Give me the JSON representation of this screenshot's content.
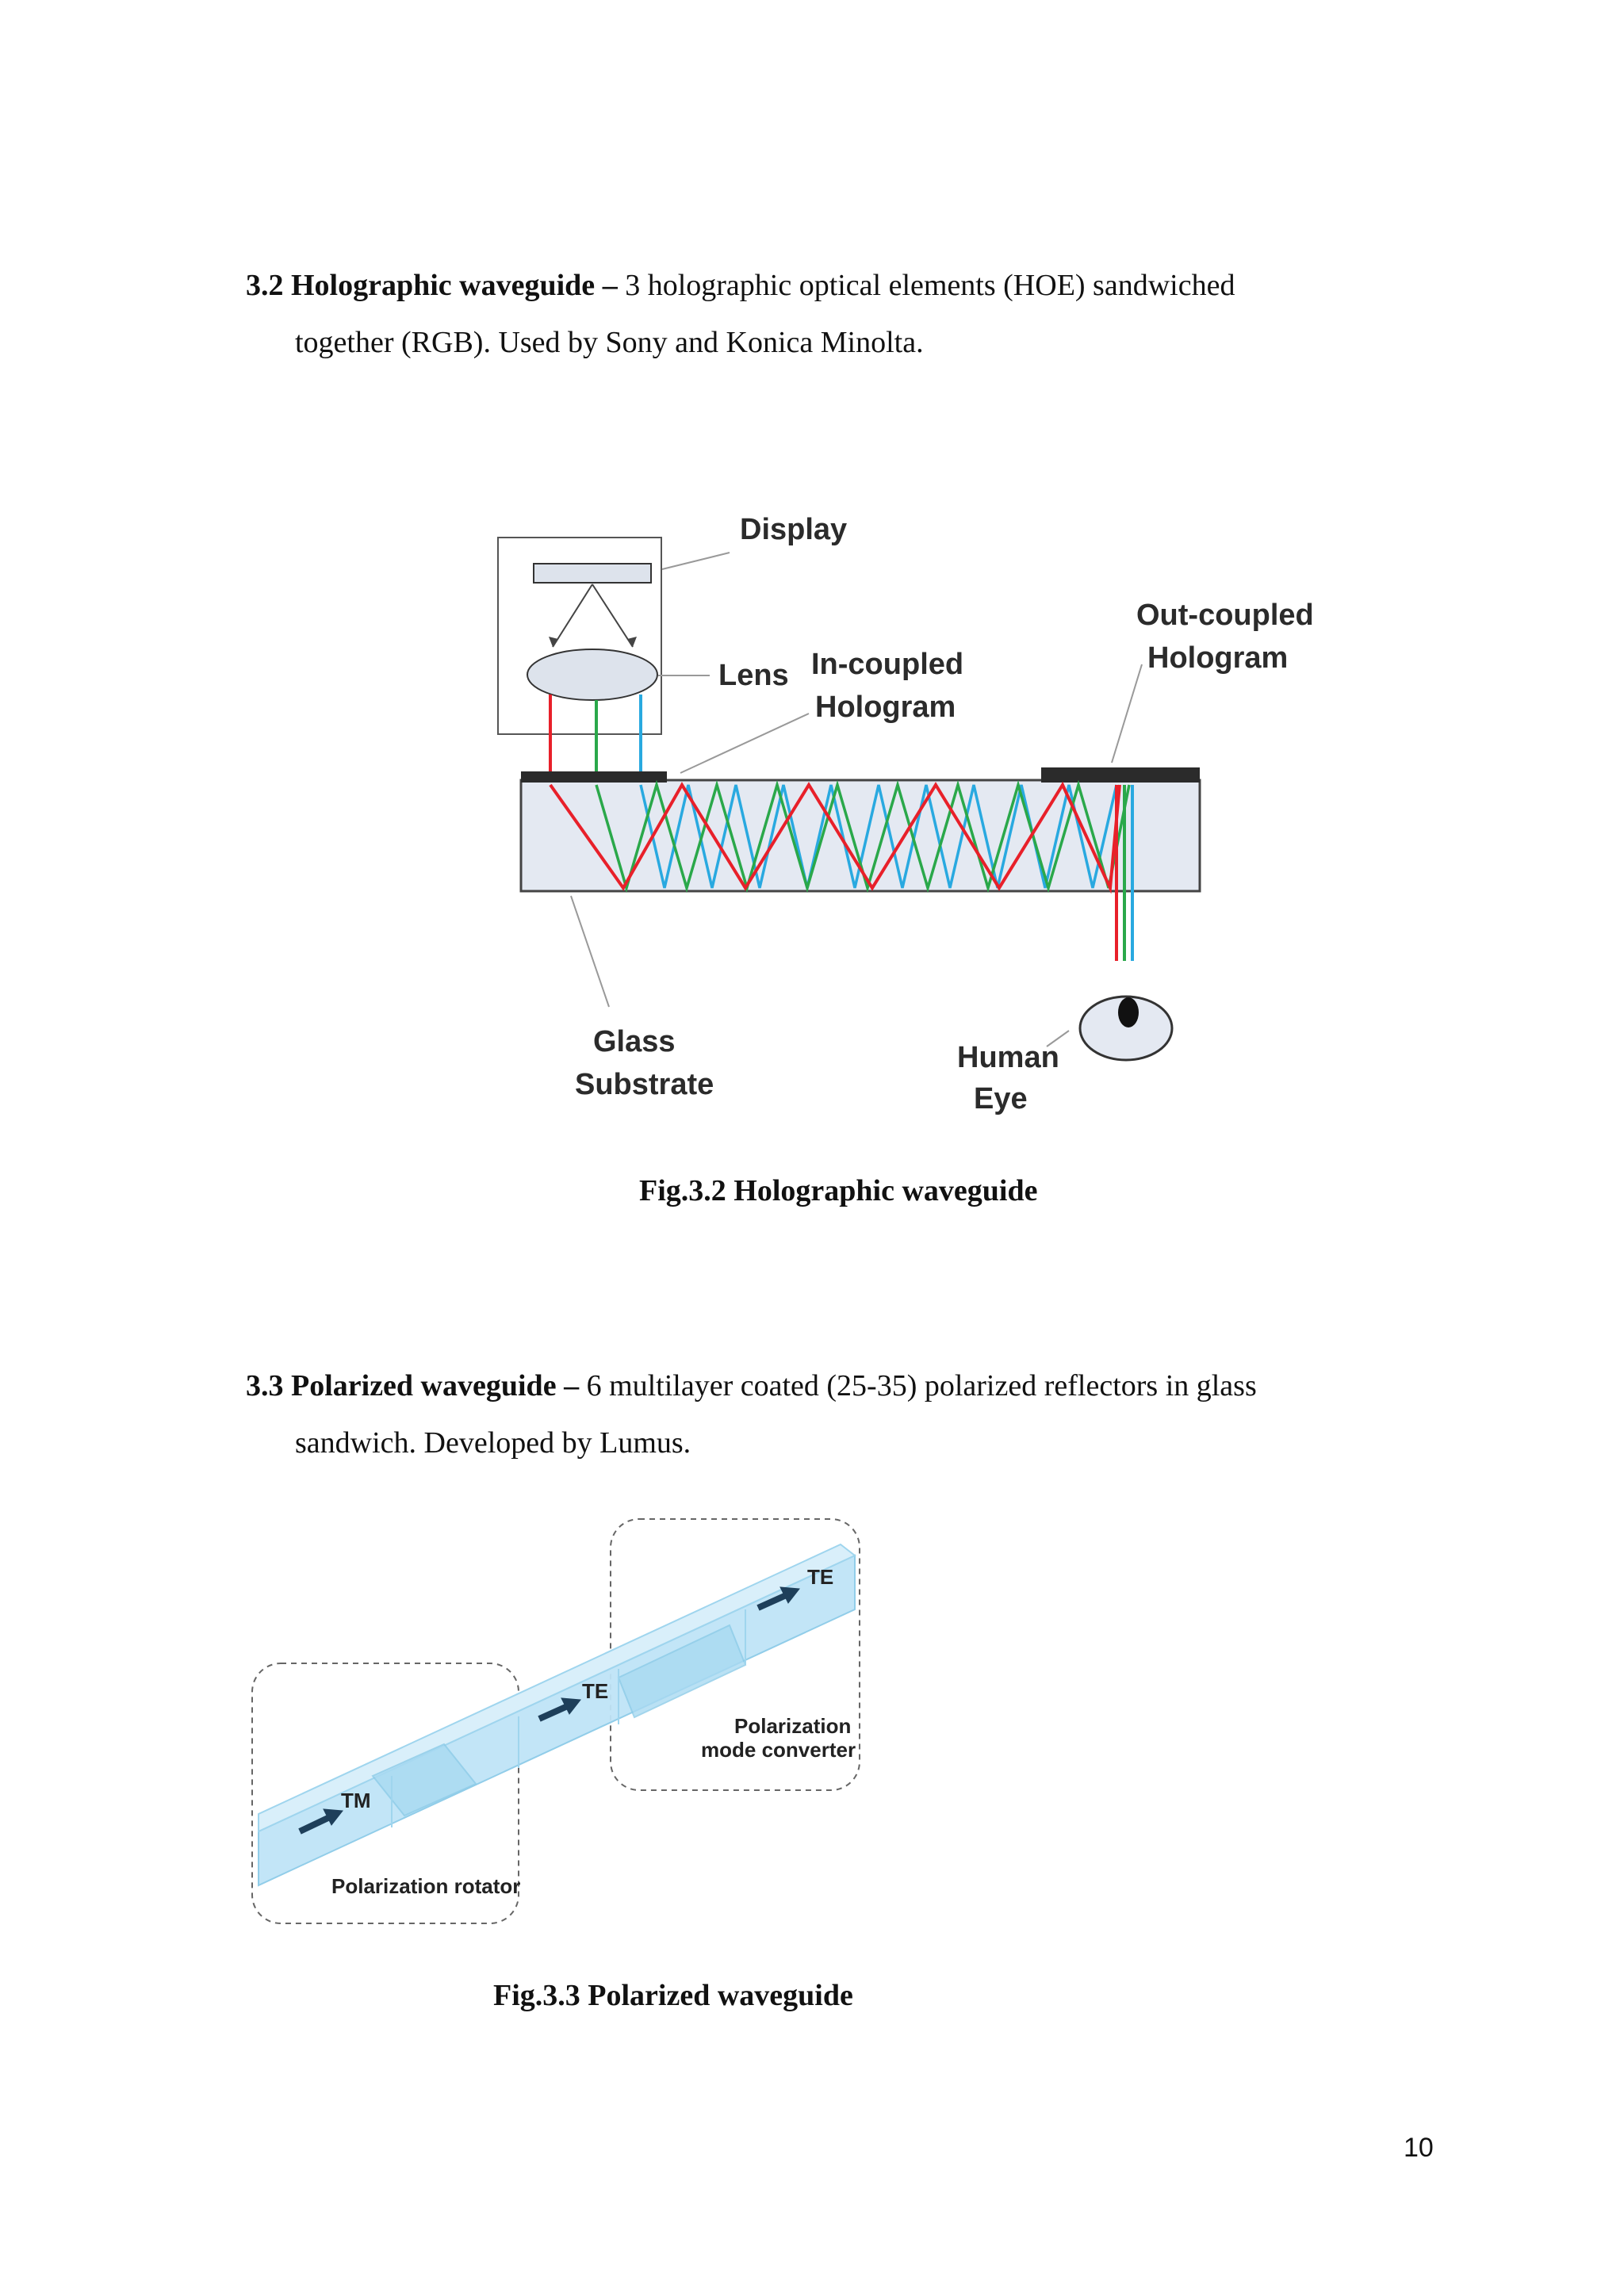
{
  "section_3_2": {
    "heading": "3.2 Holographic  waveguide",
    "dash": " – ",
    "text_line1": "3 holographic  optical elements  (HOE) sandwiched",
    "text_line2": "together  (RGB).  Used by Sony and Konica Minolta."
  },
  "figure_3_2": {
    "labels": {
      "display": "Display",
      "lens": "Lens",
      "incoupled_1": "In-coupled",
      "incoupled_2": "Hologram",
      "outcoupled_1": "Out-coupled",
      "outcoupled_2": "Hologram",
      "glass_1": "Glass",
      "glass_2": "Substrate",
      "eye_1": "Human",
      "eye_2": "Eye"
    },
    "ray_colors": {
      "red": "#e8202a",
      "green": "#2aa84a",
      "blue": "#29a9e0"
    },
    "caption": "Fig.3.2  Holographic  waveguide"
  },
  "section_3_3": {
    "heading": "3.3 Polarized  waveguide",
    "dash": "  – ",
    "text_line1": "6 multilayer  coated (25-35) polarized  reflectors  in glass",
    "text_line2": "sandwich.  Developed  by Lumus."
  },
  "figure_3_3": {
    "labels": {
      "tm": "TM",
      "te_mid": "TE",
      "te_top": "TE",
      "rotator": "Polarization rotator",
      "converter_1": "Polarization",
      "converter_2": "mode converter"
    },
    "caption": "Fig.3.3  Polarized  waveguide"
  },
  "page_number": "10"
}
